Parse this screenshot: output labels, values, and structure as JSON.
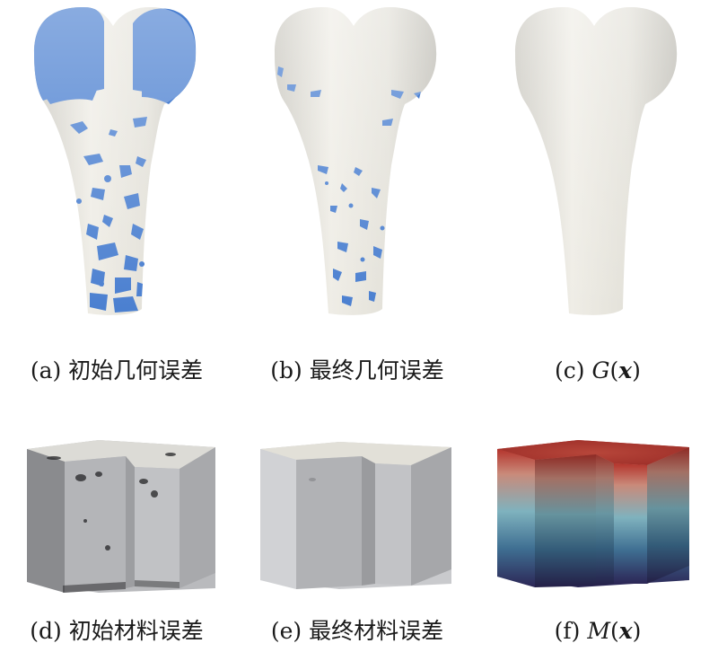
{
  "panels": [
    {
      "id": "a",
      "caption": "(a) 初始几何误差"
    },
    {
      "id": "b",
      "caption": "(b) 最终几何误差"
    },
    {
      "id": "c",
      "caption_prefix": "(c) ",
      "func": "G",
      "var": "x"
    },
    {
      "id": "d",
      "caption": "(d) 初始材料误差"
    },
    {
      "id": "e",
      "caption": "(e) 最终材料误差"
    },
    {
      "id": "f",
      "caption_prefix": "(f) ",
      "func": "M",
      "var": "x"
    }
  ],
  "colors": {
    "bone": "#e6e4dc",
    "error_blue": "#4a7fd0",
    "cube_grey": "#c9cacd",
    "gradient_top": "#b4342c",
    "gradient_mid": "#7fb2be",
    "gradient_bottom": "#2c2656"
  }
}
